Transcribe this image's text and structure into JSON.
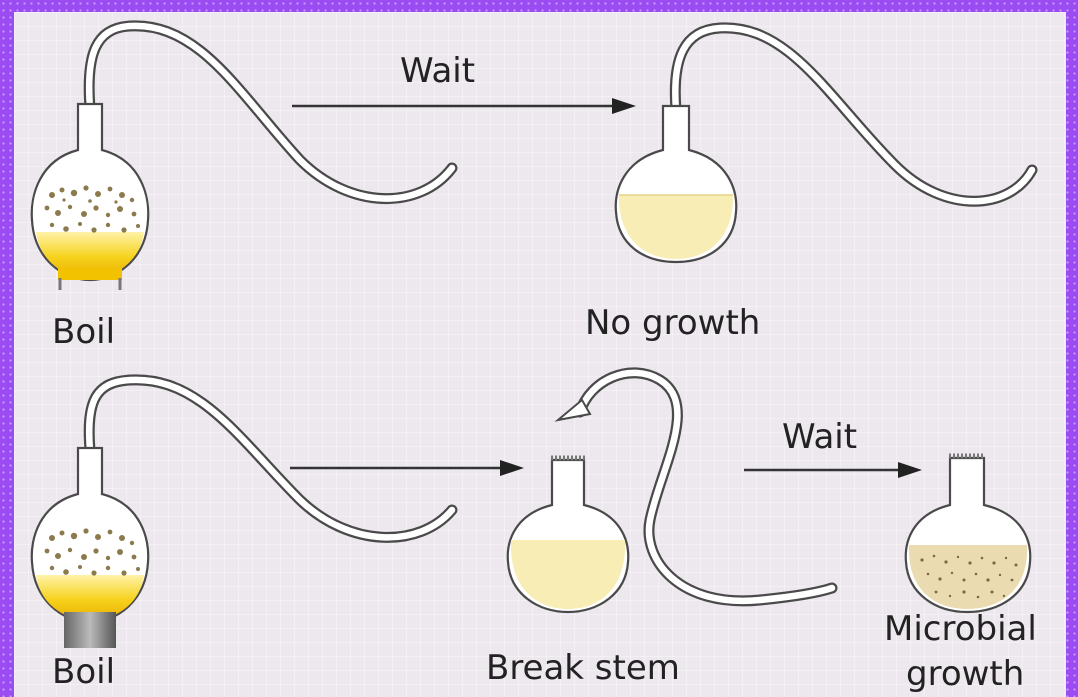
{
  "labels": {
    "boil_top": "Boil",
    "wait_top": "Wait",
    "no_growth": "No growth",
    "boil_bottom": "Boil",
    "break_stem": "Break stem",
    "wait_bottom": "Wait",
    "microbial_line1": "Microbial",
    "microbial_line2": "growth"
  },
  "colors": {
    "background_border": "#9a4cf2",
    "panel": "#ede7ee",
    "broth": "#f8edb4",
    "flame": "#f2c100",
    "specks": "#7a6a40"
  }
}
